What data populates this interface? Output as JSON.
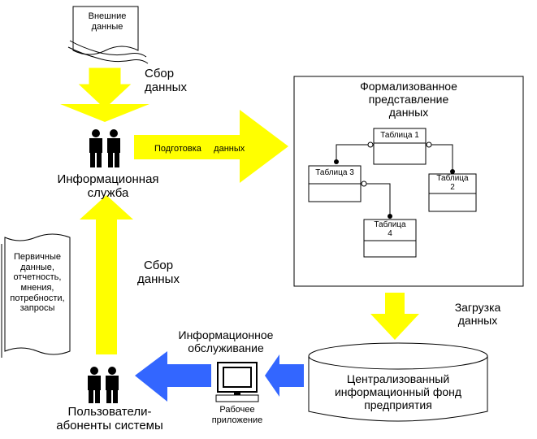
{
  "external_data": {
    "line1": "Внешние",
    "line2": "данные"
  },
  "collect_top": {
    "line1": "Сбор",
    "line2": "данных"
  },
  "collect_mid": {
    "line1": "Сбор",
    "line2": "данных"
  },
  "info_service": {
    "line1": "Информационная",
    "line2": "служба"
  },
  "prep_data": "Подготовка     данных",
  "formalized": {
    "line1": "Формализованное",
    "line2": "представление",
    "line3": "данных"
  },
  "tables": {
    "t1": "Таблица 1",
    "t2_line1": "Таблица",
    "t2_line2": "2",
    "t3": "Таблица 3",
    "t4_line1": "Таблица",
    "t4_line2": "4"
  },
  "primary_data": {
    "lines": [
      "Первичные",
      "данные,",
      "отчетность,",
      "мнения,",
      "потребности,",
      "запросы"
    ]
  },
  "loading": {
    "line1": "Загрузка",
    "line2": "данных"
  },
  "info_service2": {
    "line1": "Информационное",
    "line2": "обслуживание"
  },
  "workstation": {
    "line1": "Рабочее",
    "line2": "приложение"
  },
  "central_fund": {
    "line1": "Централизованный",
    "line2": "информационный фонд",
    "line3": "предприятия"
  },
  "users": {
    "line1": "Пользователи-",
    "line2": "абоненты системы"
  },
  "colors": {
    "yellow_arrow": "#ffff00",
    "blue_arrow": "#3366ff",
    "outline": "#000000"
  }
}
